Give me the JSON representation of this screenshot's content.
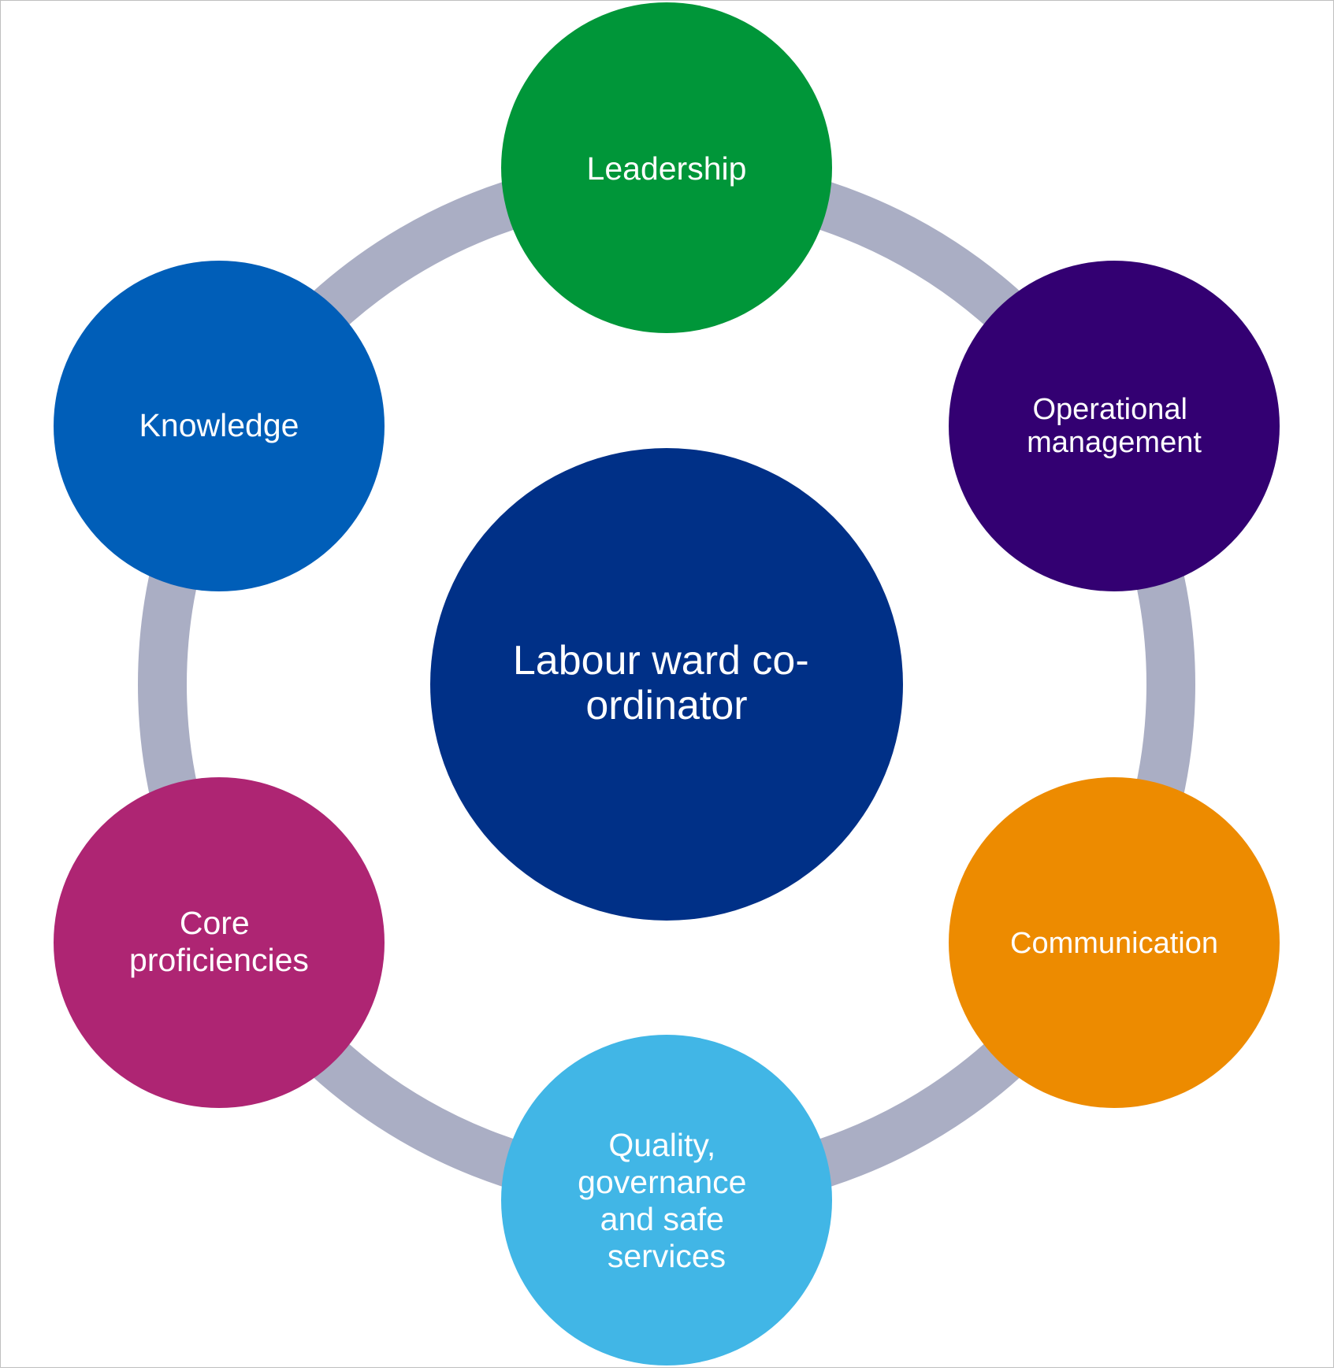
{
  "diagram": {
    "ring_color": "#AAAEC4",
    "center": {
      "lines": [
        "Labour ward co-",
        "ordinator"
      ],
      "color": "#003087"
    },
    "nodes": [
      {
        "id": "leadership",
        "lines": [
          "Leadership"
        ],
        "color": "#009639"
      },
      {
        "id": "operational-management",
        "lines": [
          "Operational",
          "management"
        ],
        "color": "#330072"
      },
      {
        "id": "communication",
        "lines": [
          "Communication"
        ],
        "color": "#ED8B00"
      },
      {
        "id": "quality-governance",
        "lines": [
          "Quality,",
          "governance",
          "and safe",
          "services"
        ],
        "color": "#41B6E6"
      },
      {
        "id": "core-proficiencies",
        "lines": [
          "Core",
          "proficiencies"
        ],
        "color": "#AE2573"
      },
      {
        "id": "knowledge",
        "lines": [
          "Knowledge"
        ],
        "color": "#005EB8"
      }
    ]
  }
}
